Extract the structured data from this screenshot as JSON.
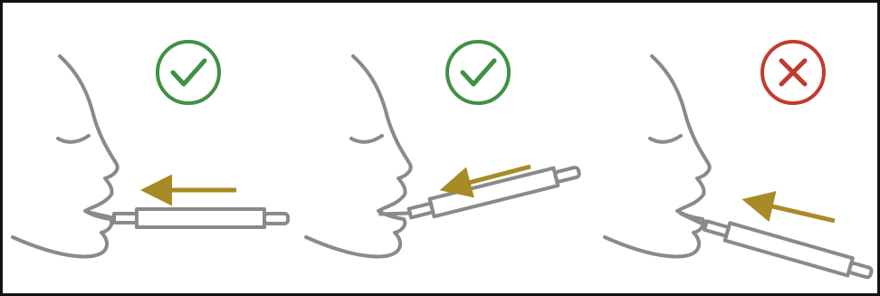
{
  "colors": {
    "face": "#8a8a8a",
    "arrow": "#a88b26",
    "correct": "#3f9143",
    "incorrect": "#c23b2e",
    "frame": "#111111"
  },
  "panels": [
    {
      "verdict": "correct",
      "icon": "check-circle-icon",
      "straw_angle_deg": 0
    },
    {
      "verdict": "correct",
      "icon": "check-circle-icon",
      "straw_angle_deg": -15
    },
    {
      "verdict": "incorrect",
      "icon": "x-circle-icon",
      "straw_angle_deg": 15
    }
  ]
}
